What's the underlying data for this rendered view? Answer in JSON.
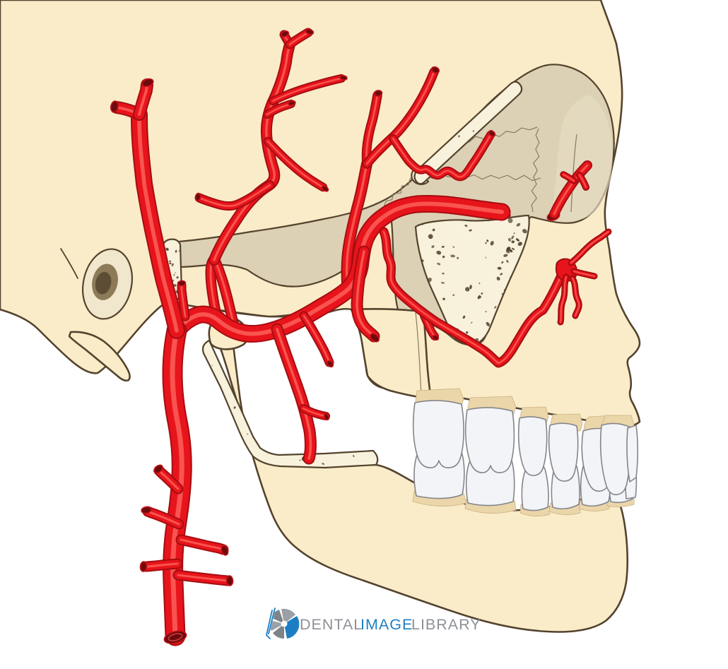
{
  "watermark": {
    "brand_part1": "DENTAL",
    "brand_part2": "IMAGE",
    "brand_part3": "LIBRARY"
  },
  "palette": {
    "background": "#FFFFFF",
    "bone_cream": "#FAECC8",
    "bone_outline": "#54432E",
    "fossa_tan": "#DCD1B4",
    "fossa_light": "#E7DDC3",
    "cut_bone": "#F8F1DC",
    "speckle": "#55452F",
    "suture": "#8A7960",
    "artery_red": "#E8141B",
    "artery_dark": "#A50D12",
    "artery_highlight": "#FB5B55",
    "artery_lumen": "#6E0A0D",
    "tooth_white": "#F2F4F7",
    "tooth_outline": "#84848C",
    "gum_tan": "#EBD6AA",
    "ear_canal_mid": "#8D7B58",
    "ear_canal_dark": "#5E4D35",
    "watermark_gray": "#8D9196",
    "watermark_blue": "#1E7EC4"
  }
}
